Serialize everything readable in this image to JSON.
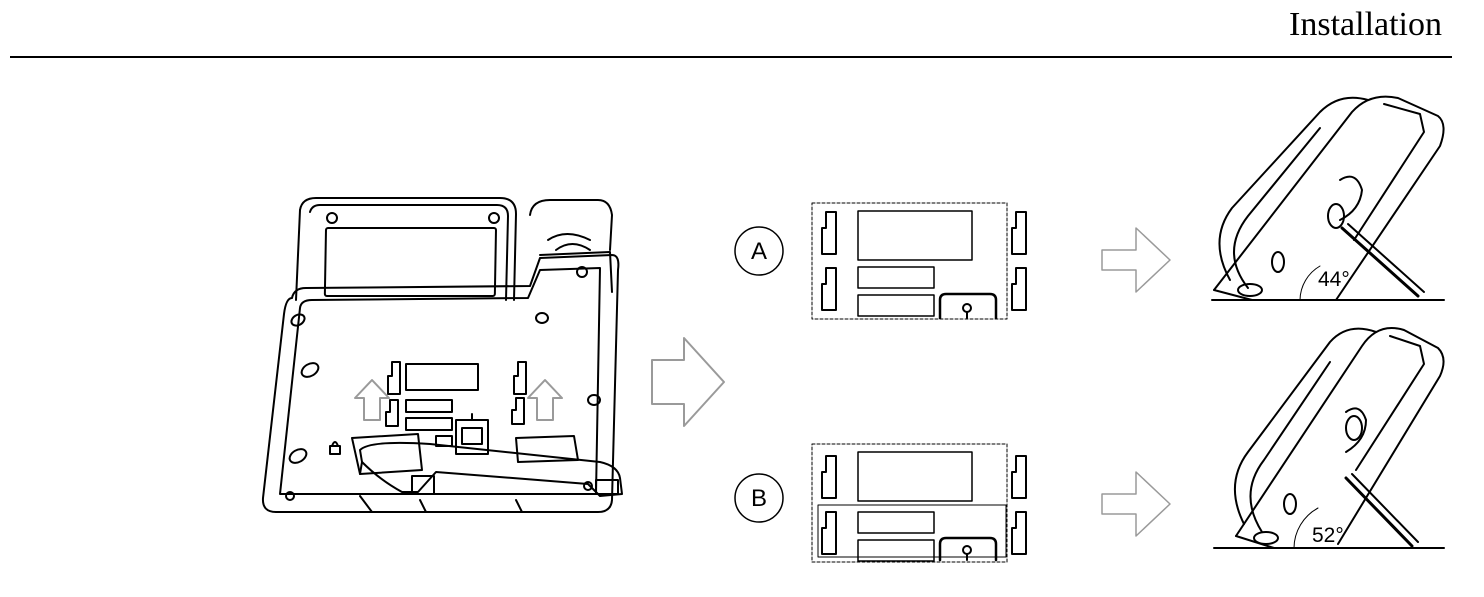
{
  "header": {
    "title": "Installation"
  },
  "figure": {
    "option_a": {
      "label": "A",
      "angle": "44°"
    },
    "option_b": {
      "label": "B",
      "angle": "52°"
    }
  },
  "colors": {
    "line": "#000000",
    "arrow_stroke": "#9a9a9a",
    "background": "#ffffff"
  }
}
